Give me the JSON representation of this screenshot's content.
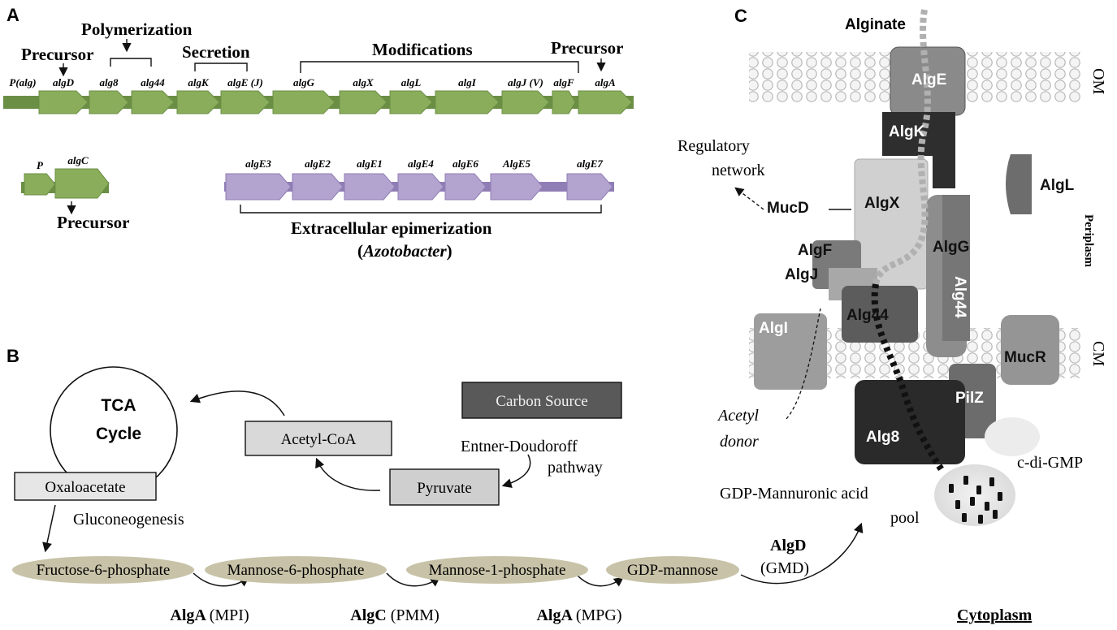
{
  "panels": {
    "a": "A",
    "b": "B",
    "c": "C"
  },
  "panel_a": {
    "headers": {
      "precursor_left": "Precursor",
      "polymerization": "Polymerization",
      "secretion": "Secretion",
      "modifications": "Modifications",
      "precursor_right": "Precursor",
      "precursor_lower": "Precursor",
      "extracellular": "Extracellular epimerization",
      "azotobacter_open": "(",
      "azotobacter": "Azotobacter",
      "azotobacter_close": ")"
    },
    "operon_labels": [
      "P(alg)",
      "algD",
      "alg8",
      "alg44",
      "algK",
      "algE (J)",
      "algG",
      "algX",
      "algL",
      "algI",
      "algJ (V)",
      "algF",
      "algA"
    ],
    "algc_labels": [
      "P",
      "algC"
    ],
    "alge_labels": [
      "algE3",
      "algE2",
      "algE1",
      "algE4",
      "algE6",
      "AlgE5",
      "algE7"
    ],
    "colors": {
      "green": "#8aad5c",
      "green_dark": "#6b8e45",
      "purple": "#b3a3cf",
      "purple_dark": "#8f7db5"
    }
  },
  "panel_b": {
    "tca_line1": "TCA",
    "tca_line2": "Cycle",
    "oxaloacetate": "Oxaloacetate",
    "acetyl_coa": "Acetyl-CoA",
    "carbon_source": "Carbon Source",
    "pyruvate": "Pyruvate",
    "entner_line1": "Entner-Doudoroff",
    "entner_line2": "pathway",
    "gluconeogenesis": "Gluconeogenesis",
    "metabolites": [
      "Fructose-6-phosphate",
      "Mannose-6-phosphate",
      "Mannose-1-phosphate",
      "GDP-mannose"
    ],
    "enzymes": [
      {
        "name": "AlgA",
        "detail": "(MPI)"
      },
      {
        "name": "AlgC",
        "detail": "(PMM)"
      },
      {
        "name": "AlgA",
        "detail": "(MPG)"
      }
    ],
    "algd_name": "AlgD",
    "algd_detail": "(GMD)",
    "colors": {
      "box_fill": "#d9d9d9",
      "carbon_fill": "#595959",
      "ellipse": "#c8c3a8"
    }
  },
  "panel_c": {
    "alginate": "Alginate",
    "om": "OM",
    "cm": "CM",
    "periplasm": "Periplasm",
    "regulatory_line1": "Regulatory",
    "regulatory_line2": "network",
    "acetyl_line1": "Acetyl",
    "acetyl_line2": "donor",
    "gdp_line1": "GDP-Mannuronic acid",
    "gdp_line2": "pool",
    "cdigmp": "c-di-GMP",
    "cytoplasm": "Cytoplasm",
    "proteins": {
      "alge": "AlgE",
      "algk": "AlgK",
      "algl": "AlgL",
      "mucd": "MucD",
      "algx": "AlgX",
      "algg": "AlgG",
      "algf": "AlgF",
      "algj": "AlgJ",
      "alg44": "Alg44",
      "alg44_vertical": "Alg44",
      "algi": "AlgI",
      "mucr": "MucR",
      "pilz": "PilZ",
      "alg8": "Alg8"
    }
  }
}
